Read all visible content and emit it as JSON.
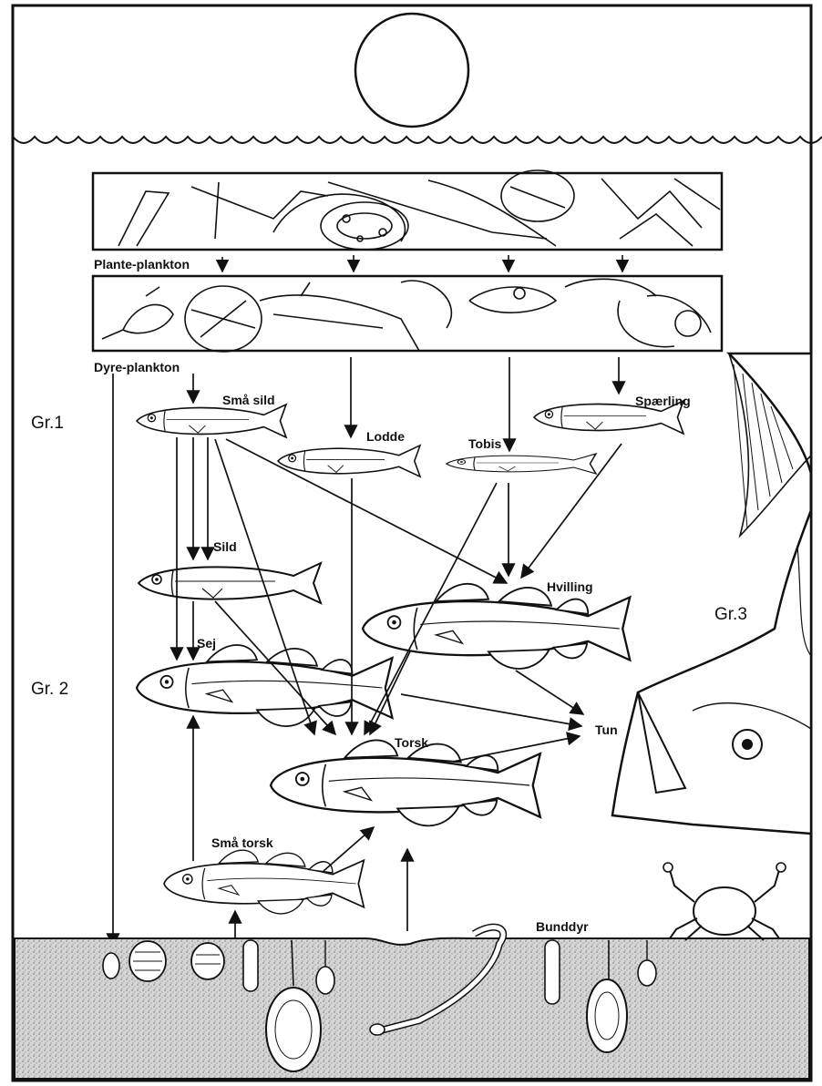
{
  "labels": {
    "plante_plankton": "Plante-plankton",
    "dyre_plankton": "Dyre-plankton",
    "smaa_sild": "Små sild",
    "lodde": "Lodde",
    "tobis": "Tobis",
    "spaerling": "Spærling",
    "sild": "Sild",
    "sej": "Sej",
    "hvilling": "Hvilling",
    "torsk": "Torsk",
    "tun": "Tun",
    "smaa_torsk": "Små torsk",
    "bunddyr": "Bunddyr",
    "gr1": "Gr.1",
    "gr2": "Gr. 2",
    "gr3": "Gr.3"
  },
  "icons": [
    "sun-icon",
    "wave-icon",
    "fish-icon",
    "crab-icon",
    "clam-icon",
    "worm-icon",
    "tuna-head-icon"
  ],
  "colors": {
    "ink": "#111111",
    "paper": "#ffffff",
    "sediment": "#d4d4d4"
  }
}
